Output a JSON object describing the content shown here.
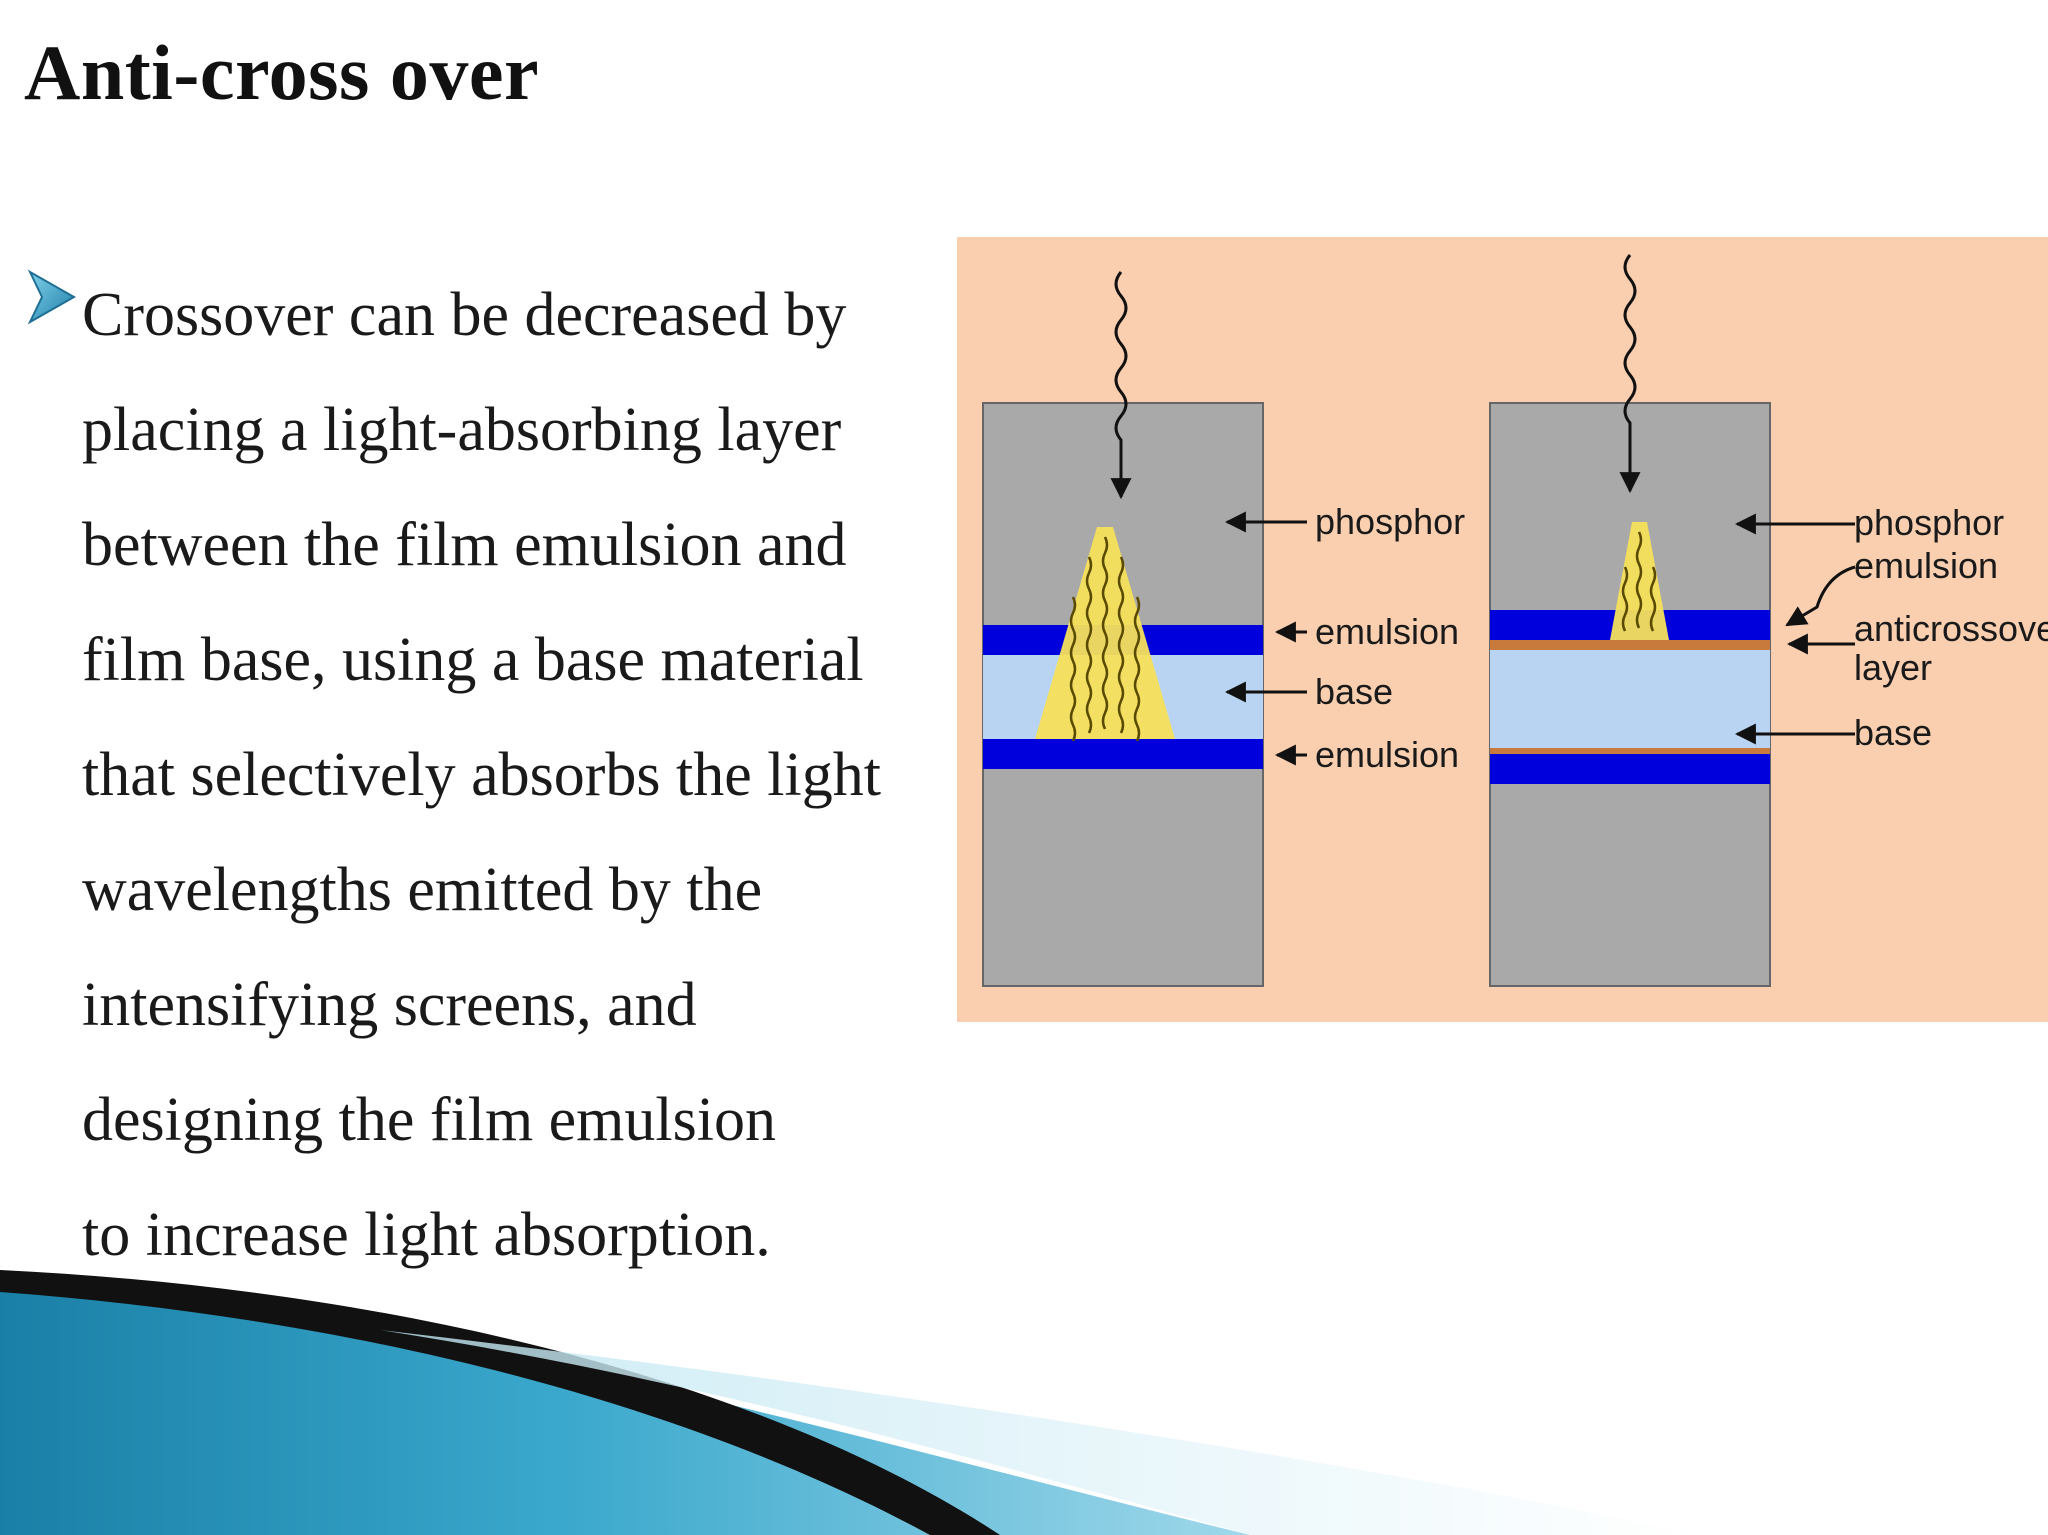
{
  "title": "Anti-cross over",
  "bullet": {
    "lines": [
      "Crossover can be decreased by",
      "placing a light-absorbing layer",
      "between the film emulsion and",
      "film base, using a base material",
      "that selectively absorbs the light",
      "wavelengths emitted by the",
      "intensifying screens, and",
      "designing the film emulsion",
      "to increase light absorption."
    ]
  },
  "figure": {
    "left_panel": {
      "labels": [
        "phosphor",
        "emulsion",
        "base",
        "emulsion"
      ]
    },
    "right_panel": {
      "labels": [
        "phosphor",
        "emulsion",
        "anticrossover",
        "layer",
        "base"
      ]
    }
  },
  "colors": {
    "figure_background": "#f9cfb0",
    "phosphor": "#a9a9a9",
    "emulsion": "#0000dd",
    "base": "#b8d4f2",
    "light_cone": "#f5e05a",
    "anticrossover_layer": "#c87a3c",
    "bullet_arrow": "#3aa3c8"
  }
}
